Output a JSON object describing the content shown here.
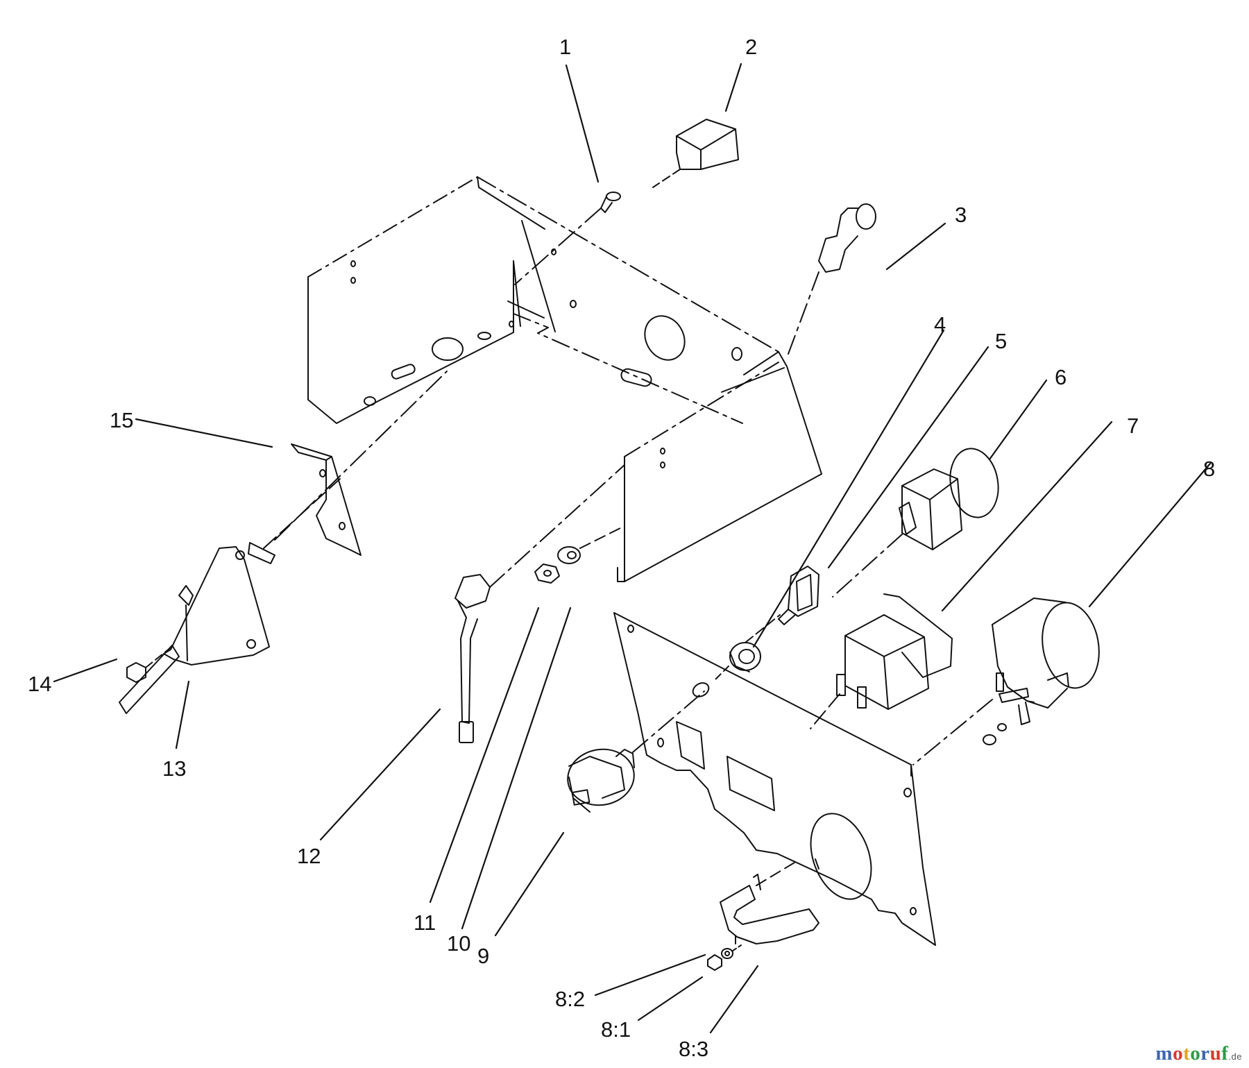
{
  "callouts": [
    {
      "id": "c1",
      "label": "1"
    },
    {
      "id": "c2",
      "label": "2"
    },
    {
      "id": "c3",
      "label": "3"
    },
    {
      "id": "c4",
      "label": "4"
    },
    {
      "id": "c5",
      "label": "5"
    },
    {
      "id": "c6",
      "label": "6"
    },
    {
      "id": "c7",
      "label": "7"
    },
    {
      "id": "c8",
      "label": "8"
    },
    {
      "id": "c9",
      "label": "9"
    },
    {
      "id": "c10",
      "label": "10"
    },
    {
      "id": "c11",
      "label": "11"
    },
    {
      "id": "c12",
      "label": "12"
    },
    {
      "id": "c13",
      "label": "13"
    },
    {
      "id": "c14",
      "label": "14"
    },
    {
      "id": "c15",
      "label": "15"
    },
    {
      "id": "c81",
      "label": "8:1"
    },
    {
      "id": "c82",
      "label": "8:2"
    },
    {
      "id": "c83",
      "label": "8:3"
    }
  ],
  "watermark": {
    "letters": [
      "m",
      "o",
      "t",
      "o",
      "r",
      "u",
      "f"
    ],
    "colors": [
      "#3a66b0",
      "#d33b2c",
      "#e2a326",
      "#2f9a48",
      "#3a66b0",
      "#d33b2c",
      "#2f9a48"
    ],
    "domain": ".de"
  },
  "line_color": "#111111"
}
